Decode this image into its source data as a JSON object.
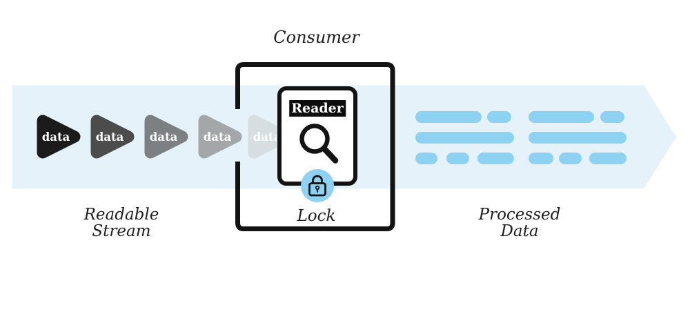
{
  "labels": {
    "consumer": "Consumer",
    "reader": "Reader",
    "lock": "Lock",
    "readable_stream_line1": "Readable",
    "readable_stream_line2": "Stream",
    "processed_data_line1": "Processed",
    "processed_data_line2": "Data"
  },
  "stream": {
    "chunks": [
      {
        "label": "data",
        "color": "#1b1b1b"
      },
      {
        "label": "data",
        "color": "#4c4c4c"
      },
      {
        "label": "data",
        "color": "#7d8082"
      },
      {
        "label": "data",
        "color": "#a3a7a9"
      },
      {
        "label": "data",
        "color": "#d6dee2"
      }
    ]
  },
  "icons": {
    "magnifier": "magnifier-icon",
    "lock": "lock-icon",
    "stream_arrow": "stream-arrow"
  },
  "colors": {
    "canvas_background": "#ffffff",
    "arrow_background": "#e6f2f9",
    "processed_bar": "#8dd2f2",
    "lock_badge": "#8dd2f2",
    "outline": "#131313",
    "text": "#1e1e1e",
    "reader_label_bg": "#0d0d0d",
    "reader_label_text": "#ffffff",
    "chunk_text": "#ffffff"
  }
}
